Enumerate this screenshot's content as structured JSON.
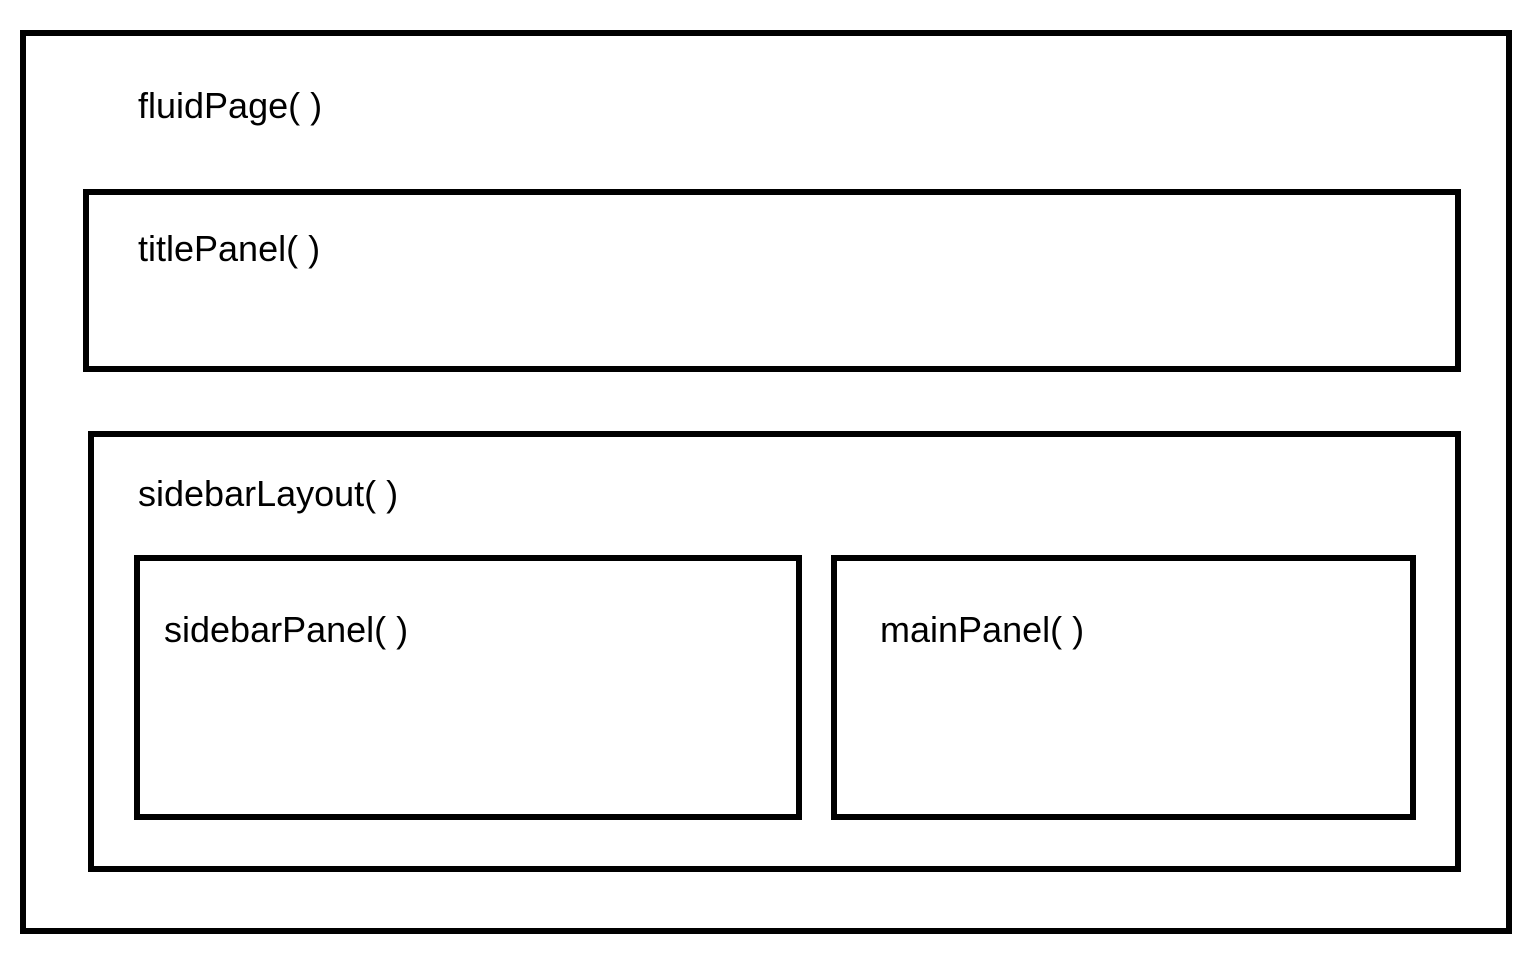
{
  "diagram": {
    "fluid_page": {
      "label": "fluidPage( )"
    },
    "title_panel": {
      "label": "titlePanel( )"
    },
    "sidebar_layout": {
      "label": "sidebarLayout( )"
    },
    "sidebar_panel": {
      "label": "sidebarPanel( )"
    },
    "main_panel": {
      "label": "mainPanel( )"
    }
  },
  "colors": {
    "border": "#000000",
    "background": "#ffffff"
  }
}
